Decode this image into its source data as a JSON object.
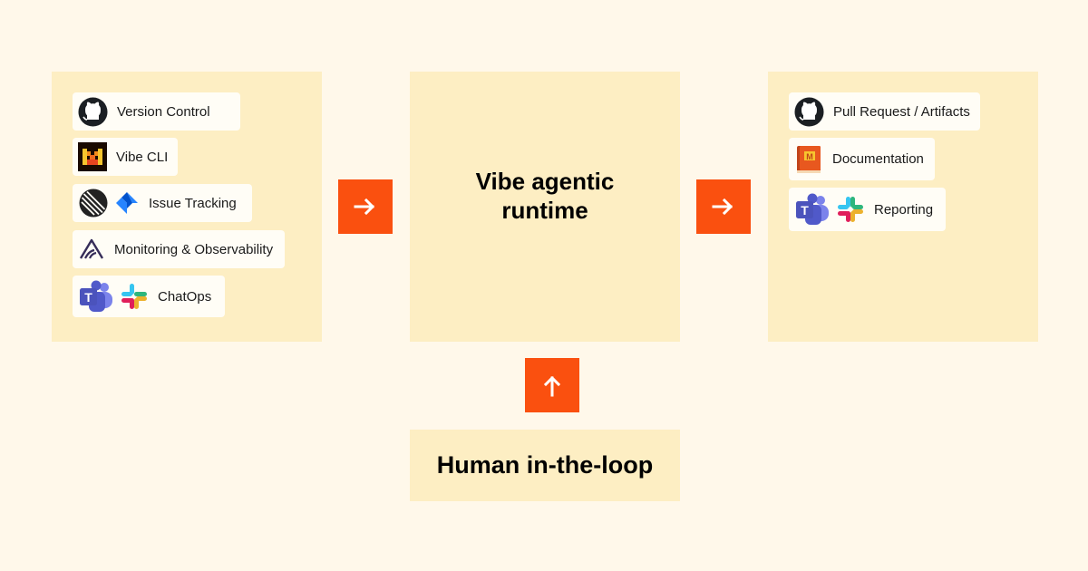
{
  "inputs": [
    {
      "label": "Version Control"
    },
    {
      "label": "Vibe CLI"
    },
    {
      "label": "Issue Tracking"
    },
    {
      "label": "Monitoring & Observability"
    },
    {
      "label": "ChatOps"
    }
  ],
  "runtime": {
    "title": "Vibe agentic runtime"
  },
  "outputs": [
    {
      "label": "Pull Request / Artifacts"
    },
    {
      "label": "Documentation"
    },
    {
      "label": "Reporting"
    }
  ],
  "human": {
    "title": "Human in-the-loop"
  },
  "colors": {
    "background": "#fff8ea",
    "panel": "#fdeec3",
    "accent": "#fa500f"
  },
  "icons": {
    "version_control": "github-icon",
    "vibe_cli": "mistral-logo-icon",
    "issue_tracking": [
      "linear-icon",
      "jira-icon"
    ],
    "monitoring": "sentry-icon",
    "chatops": [
      "teams-icon",
      "slack-icon"
    ],
    "pull_request": "github-icon",
    "documentation": "notebook-icon",
    "reporting": [
      "teams-icon",
      "slack-icon"
    ]
  }
}
